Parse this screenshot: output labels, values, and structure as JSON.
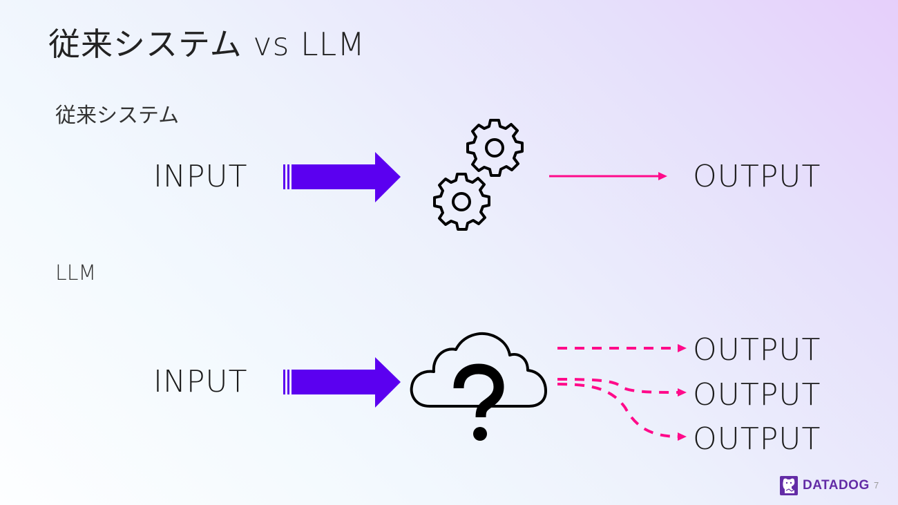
{
  "slide": {
    "title": "従来システム vs LLM",
    "page_number": "7"
  },
  "traditional": {
    "heading": "従来システム",
    "input_label": "INPUT",
    "processor_icon": "gears-icon",
    "outputs": [
      "OUTPUT"
    ],
    "output_arrow_style": "solid"
  },
  "llm": {
    "heading": "LLM",
    "input_label": "INPUT",
    "processor_icon": "cloud-question-icon",
    "outputs": [
      "OUTPUT",
      "OUTPUT",
      "OUTPUT"
    ],
    "output_arrow_style": "dashed"
  },
  "footer": {
    "brand": "DATADOG",
    "logo_icon": "datadog-dog-icon"
  },
  "colors": {
    "input_arrow": "#5b00f0",
    "output_arrow": "#ff0a8a",
    "brand": "#632ca6",
    "text": "#1a1a1a"
  }
}
